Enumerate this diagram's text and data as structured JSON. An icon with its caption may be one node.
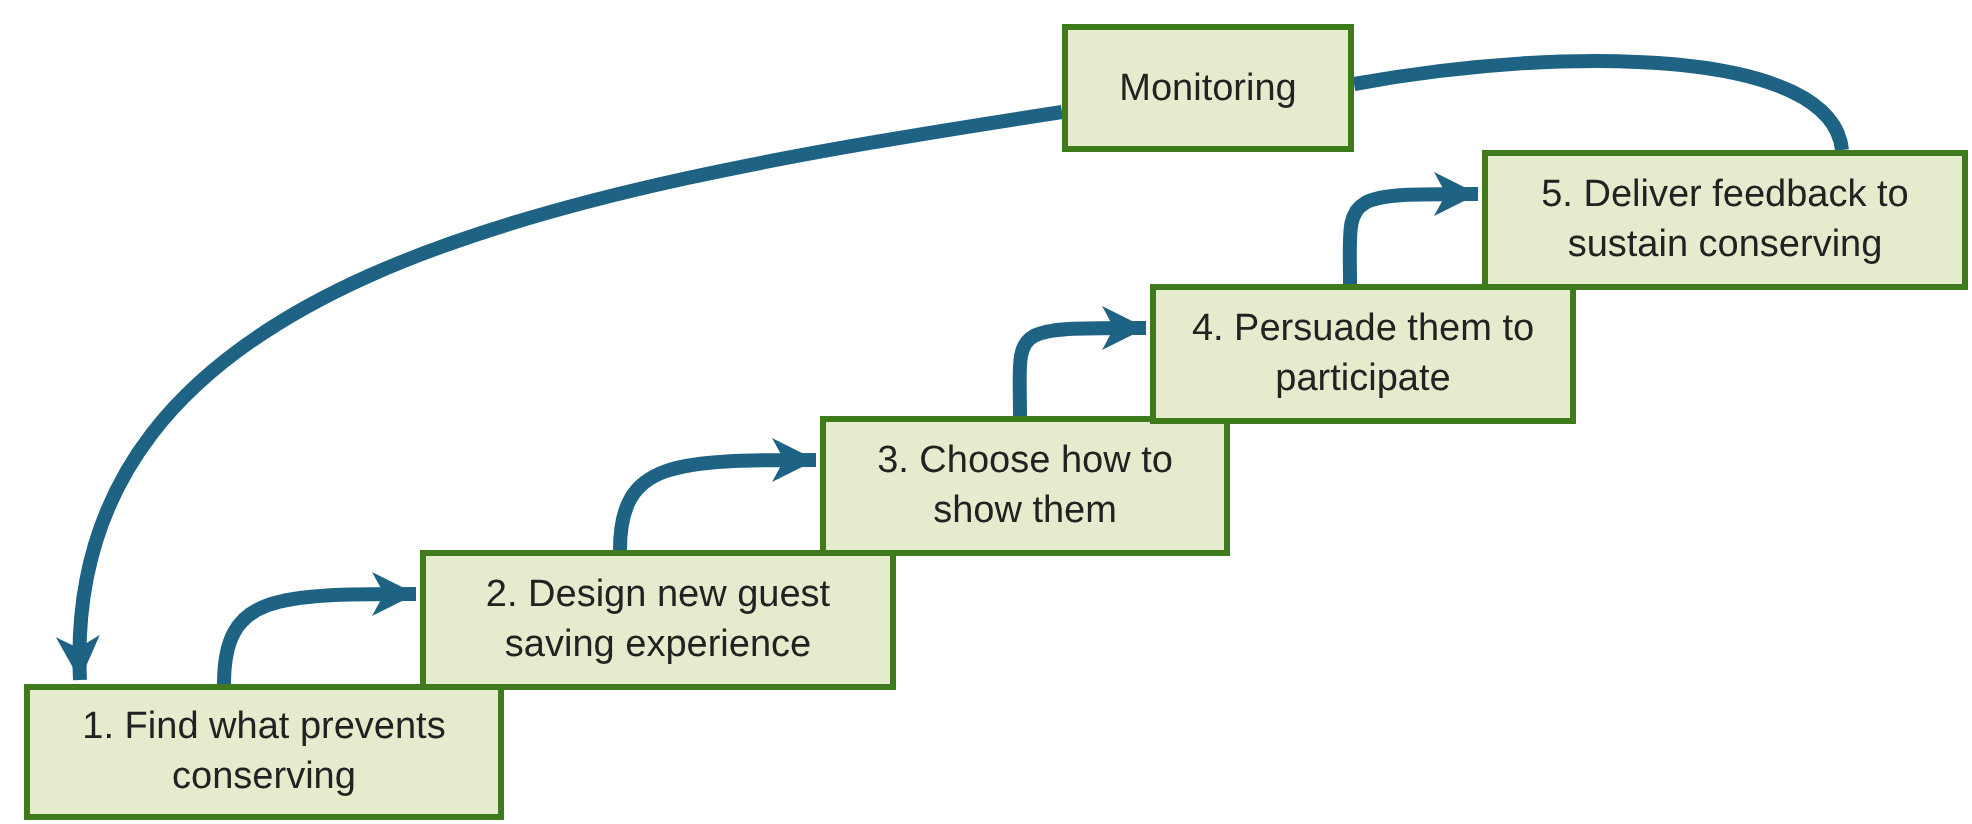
{
  "diagram": {
    "nodes": [
      {
        "text": [
          "1. Find what prevents conserving"
        ]
      },
      {
        "text": [
          "2. Design new guest saving experience"
        ]
      },
      {
        "text": [
          "3. Choose how to show them"
        ]
      },
      {
        "text": [
          "4. Persuade them to participate"
        ]
      },
      {
        "text": [
          "5. Deliver feedback to sustain conserving"
        ]
      },
      {
        "text": [
          "Monitoring"
        ]
      }
    ],
    "edges": [
      {
        "from": 0,
        "to": 1,
        "arrow": "to"
      },
      {
        "from": 1,
        "to": 2,
        "arrow": "to"
      },
      {
        "from": 2,
        "to": 3,
        "arrow": "to"
      },
      {
        "from": 3,
        "to": 4,
        "arrow": "to"
      },
      {
        "from": 4,
        "to": 5,
        "arrow": "none"
      },
      {
        "from": 5,
        "to": 0,
        "arrow": "to"
      }
    ]
  }
}
